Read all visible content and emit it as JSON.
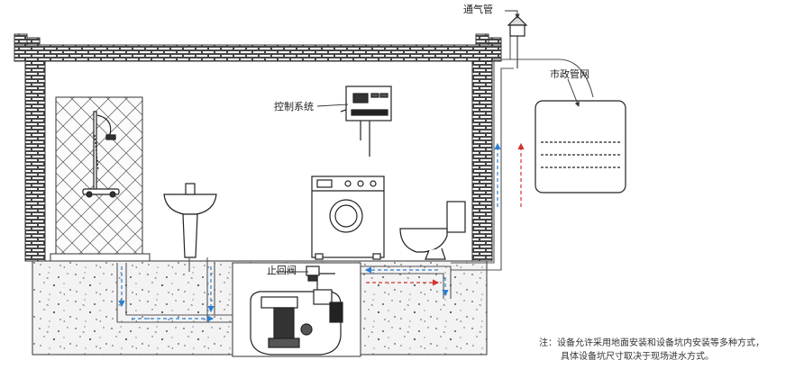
{
  "labels": {
    "vent_pipe": "通气管",
    "municipal_network": "市政管网",
    "control_system": "控制系统",
    "check_valve": "止回阀"
  },
  "note": {
    "line1": "注：设备允许采用地面安装和设备坑内安装等多种方式，",
    "line2": "具体设备坑尺寸取决于现场进水方式。"
  },
  "colors": {
    "pipe_line": "#444444",
    "flow_arrow_blue": "#2b7fd4",
    "flow_arrow_red": "#d33333",
    "ground_fill": "#f2f2f2",
    "ground_dots": "#555555"
  }
}
